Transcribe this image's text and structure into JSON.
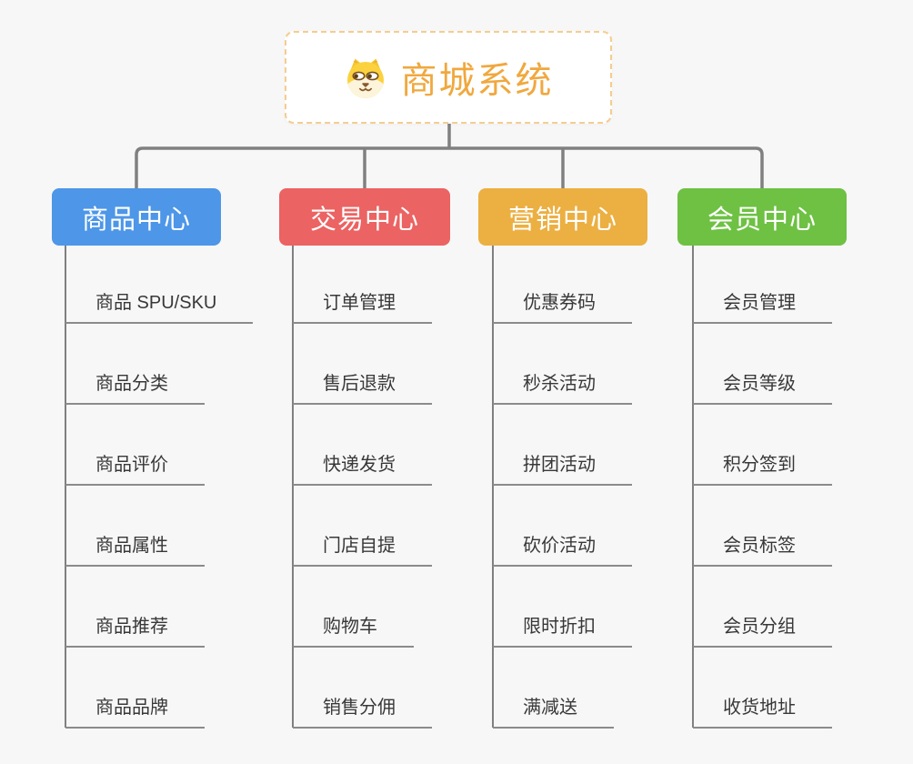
{
  "root": {
    "title": "商城系统",
    "icon": "shiba-dog-icon"
  },
  "branches": [
    {
      "label": "商品中心",
      "color": "#4d96e8",
      "children": [
        "商品 SPU/SKU",
        "商品分类",
        "商品评价",
        "商品属性",
        "商品推荐",
        "商品品牌"
      ]
    },
    {
      "label": "交易中心",
      "color": "#eb6362",
      "children": [
        "订单管理",
        "售后退款",
        "快递发货",
        "门店自提",
        "购物车",
        "销售分佣"
      ]
    },
    {
      "label": "营销中心",
      "color": "#ecaf41",
      "children": [
        "优惠券码",
        "秒杀活动",
        "拼团活动",
        "砍价活动",
        "限时折扣",
        "满减送"
      ]
    },
    {
      "label": "会员中心",
      "color": "#6ec143",
      "children": [
        "会员管理",
        "会员等级",
        "积分签到",
        "会员标签",
        "会员分组",
        "收货地址"
      ]
    }
  ],
  "colors": {
    "background": "#f7f7f7",
    "connector": "#808080",
    "leaf_underline": "#8b8b8b",
    "leaf_text": "#383838",
    "root_border": "#f3cd90",
    "root_title": "#f0a83e",
    "branch_text": "#ffffff"
  }
}
